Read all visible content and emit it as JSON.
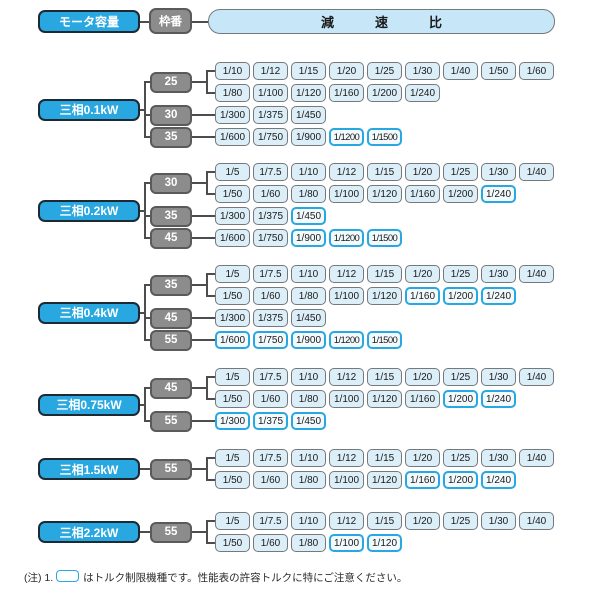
{
  "header": {
    "motor_capacity_label": "モータ容量",
    "frame_number_label": "枠番",
    "reduction_ratio_label": "減　速　比"
  },
  "colors": {
    "accent_blue": "#29a7e0",
    "frame_gray": "#8c8c8c",
    "ratio_fill": "#dceef8",
    "torque_border": "#29a7e0",
    "header_fill": "#c7e6f8",
    "line": "#4d4d4d"
  },
  "groups": [
    {
      "motor": "三相0.1kW",
      "frames": [
        {
          "label": "25",
          "rows": [
            [
              {
                "value": "1/10",
                "torque_limited": false
              },
              {
                "value": "1/12",
                "torque_limited": false
              },
              {
                "value": "1/15",
                "torque_limited": false
              },
              {
                "value": "1/20",
                "torque_limited": false
              },
              {
                "value": "1/25",
                "torque_limited": false
              },
              {
                "value": "1/30",
                "torque_limited": false
              },
              {
                "value": "1/40",
                "torque_limited": false
              },
              {
                "value": "1/50",
                "torque_limited": false
              },
              {
                "value": "1/60",
                "torque_limited": false
              }
            ],
            [
              {
                "value": "1/80",
                "torque_limited": false
              },
              {
                "value": "1/100",
                "torque_limited": false
              },
              {
                "value": "1/120",
                "torque_limited": false
              },
              {
                "value": "1/160",
                "torque_limited": false
              },
              {
                "value": "1/200",
                "torque_limited": false
              },
              {
                "value": "1/240",
                "torque_limited": false
              }
            ]
          ]
        },
        {
          "label": "30",
          "rows": [
            [
              {
                "value": "1/300",
                "torque_limited": false
              },
              {
                "value": "1/375",
                "torque_limited": false
              },
              {
                "value": "1/450",
                "torque_limited": false
              }
            ]
          ]
        },
        {
          "label": "35",
          "rows": [
            [
              {
                "value": "1/600",
                "torque_limited": false
              },
              {
                "value": "1/750",
                "torque_limited": false
              },
              {
                "value": "1/900",
                "torque_limited": false
              },
              {
                "value": "1/1200",
                "torque_limited": true
              },
              {
                "value": "1/1500",
                "torque_limited": true
              }
            ]
          ]
        }
      ]
    },
    {
      "motor": "三相0.2kW",
      "frames": [
        {
          "label": "30",
          "rows": [
            [
              {
                "value": "1/5",
                "torque_limited": false
              },
              {
                "value": "1/7.5",
                "torque_limited": false
              },
              {
                "value": "1/10",
                "torque_limited": false
              },
              {
                "value": "1/12",
                "torque_limited": false
              },
              {
                "value": "1/15",
                "torque_limited": false
              },
              {
                "value": "1/20",
                "torque_limited": false
              },
              {
                "value": "1/25",
                "torque_limited": false
              },
              {
                "value": "1/30",
                "torque_limited": false
              },
              {
                "value": "1/40",
                "torque_limited": false
              }
            ],
            [
              {
                "value": "1/50",
                "torque_limited": false
              },
              {
                "value": "1/60",
                "torque_limited": false
              },
              {
                "value": "1/80",
                "torque_limited": false
              },
              {
                "value": "1/100",
                "torque_limited": false
              },
              {
                "value": "1/120",
                "torque_limited": false
              },
              {
                "value": "1/160",
                "torque_limited": false
              },
              {
                "value": "1/200",
                "torque_limited": false
              },
              {
                "value": "1/240",
                "torque_limited": true
              }
            ]
          ]
        },
        {
          "label": "35",
          "rows": [
            [
              {
                "value": "1/300",
                "torque_limited": false
              },
              {
                "value": "1/375",
                "torque_limited": false
              },
              {
                "value": "1/450",
                "torque_limited": true
              }
            ]
          ]
        },
        {
          "label": "45",
          "rows": [
            [
              {
                "value": "1/600",
                "torque_limited": false
              },
              {
                "value": "1/750",
                "torque_limited": false
              },
              {
                "value": "1/900",
                "torque_limited": true
              },
              {
                "value": "1/1200",
                "torque_limited": true
              },
              {
                "value": "1/1500",
                "torque_limited": true
              }
            ]
          ]
        }
      ]
    },
    {
      "motor": "三相0.4kW",
      "frames": [
        {
          "label": "35",
          "rows": [
            [
              {
                "value": "1/5",
                "torque_limited": false
              },
              {
                "value": "1/7.5",
                "torque_limited": false
              },
              {
                "value": "1/10",
                "torque_limited": false
              },
              {
                "value": "1/12",
                "torque_limited": false
              },
              {
                "value": "1/15",
                "torque_limited": false
              },
              {
                "value": "1/20",
                "torque_limited": false
              },
              {
                "value": "1/25",
                "torque_limited": false
              },
              {
                "value": "1/30",
                "torque_limited": false
              },
              {
                "value": "1/40",
                "torque_limited": false
              }
            ],
            [
              {
                "value": "1/50",
                "torque_limited": false
              },
              {
                "value": "1/60",
                "torque_limited": false
              },
              {
                "value": "1/80",
                "torque_limited": false
              },
              {
                "value": "1/100",
                "torque_limited": false
              },
              {
                "value": "1/120",
                "torque_limited": false
              },
              {
                "value": "1/160",
                "torque_limited": true
              },
              {
                "value": "1/200",
                "torque_limited": true
              },
              {
                "value": "1/240",
                "torque_limited": true
              }
            ]
          ]
        },
        {
          "label": "45",
          "rows": [
            [
              {
                "value": "1/300",
                "torque_limited": false
              },
              {
                "value": "1/375",
                "torque_limited": false
              },
              {
                "value": "1/450",
                "torque_limited": false
              }
            ]
          ]
        },
        {
          "label": "55",
          "rows": [
            [
              {
                "value": "1/600",
                "torque_limited": true
              },
              {
                "value": "1/750",
                "torque_limited": true
              },
              {
                "value": "1/900",
                "torque_limited": true
              },
              {
                "value": "1/1200",
                "torque_limited": true
              },
              {
                "value": "1/1500",
                "torque_limited": true
              }
            ]
          ]
        }
      ]
    },
    {
      "motor": "三相0.75kW",
      "frames": [
        {
          "label": "45",
          "rows": [
            [
              {
                "value": "1/5",
                "torque_limited": false
              },
              {
                "value": "1/7.5",
                "torque_limited": false
              },
              {
                "value": "1/10",
                "torque_limited": false
              },
              {
                "value": "1/12",
                "torque_limited": false
              },
              {
                "value": "1/15",
                "torque_limited": false
              },
              {
                "value": "1/20",
                "torque_limited": false
              },
              {
                "value": "1/25",
                "torque_limited": false
              },
              {
                "value": "1/30",
                "torque_limited": false
              },
              {
                "value": "1/40",
                "torque_limited": false
              }
            ],
            [
              {
                "value": "1/50",
                "torque_limited": false
              },
              {
                "value": "1/60",
                "torque_limited": false
              },
              {
                "value": "1/80",
                "torque_limited": false
              },
              {
                "value": "1/100",
                "torque_limited": false
              },
              {
                "value": "1/120",
                "torque_limited": false
              },
              {
                "value": "1/160",
                "torque_limited": false
              },
              {
                "value": "1/200",
                "torque_limited": true
              },
              {
                "value": "1/240",
                "torque_limited": true
              }
            ]
          ]
        },
        {
          "label": "55",
          "rows": [
            [
              {
                "value": "1/300",
                "torque_limited": true
              },
              {
                "value": "1/375",
                "torque_limited": true
              },
              {
                "value": "1/450",
                "torque_limited": true
              }
            ]
          ]
        }
      ]
    },
    {
      "motor": "三相1.5kW",
      "frames": [
        {
          "label": "55",
          "rows": [
            [
              {
                "value": "1/5",
                "torque_limited": false
              },
              {
                "value": "1/7.5",
                "torque_limited": false
              },
              {
                "value": "1/10",
                "torque_limited": false
              },
              {
                "value": "1/12",
                "torque_limited": false
              },
              {
                "value": "1/15",
                "torque_limited": false
              },
              {
                "value": "1/20",
                "torque_limited": false
              },
              {
                "value": "1/25",
                "torque_limited": false
              },
              {
                "value": "1/30",
                "torque_limited": false
              },
              {
                "value": "1/40",
                "torque_limited": false
              }
            ],
            [
              {
                "value": "1/50",
                "torque_limited": false
              },
              {
                "value": "1/60",
                "torque_limited": false
              },
              {
                "value": "1/80",
                "torque_limited": false
              },
              {
                "value": "1/100",
                "torque_limited": false
              },
              {
                "value": "1/120",
                "torque_limited": false
              },
              {
                "value": "1/160",
                "torque_limited": true
              },
              {
                "value": "1/200",
                "torque_limited": true
              },
              {
                "value": "1/240",
                "torque_limited": true
              }
            ]
          ]
        }
      ]
    },
    {
      "motor": "三相2.2kW",
      "frames": [
        {
          "label": "55",
          "rows": [
            [
              {
                "value": "1/5",
                "torque_limited": false
              },
              {
                "value": "1/7.5",
                "torque_limited": false
              },
              {
                "value": "1/10",
                "torque_limited": false
              },
              {
                "value": "1/12",
                "torque_limited": false
              },
              {
                "value": "1/15",
                "torque_limited": false
              },
              {
                "value": "1/20",
                "torque_limited": false
              },
              {
                "value": "1/25",
                "torque_limited": false
              },
              {
                "value": "1/30",
                "torque_limited": false
              },
              {
                "value": "1/40",
                "torque_limited": false
              }
            ],
            [
              {
                "value": "1/50",
                "torque_limited": false
              },
              {
                "value": "1/60",
                "torque_limited": false
              },
              {
                "value": "1/80",
                "torque_limited": false
              },
              {
                "value": "1/100",
                "torque_limited": true
              },
              {
                "value": "1/120",
                "torque_limited": true
              }
            ]
          ]
        }
      ]
    }
  ],
  "footnote": {
    "prefix": "(注) 1.",
    "text": "はトルク制限機種です。性能表の許容トルクに特にご注意ください。"
  }
}
